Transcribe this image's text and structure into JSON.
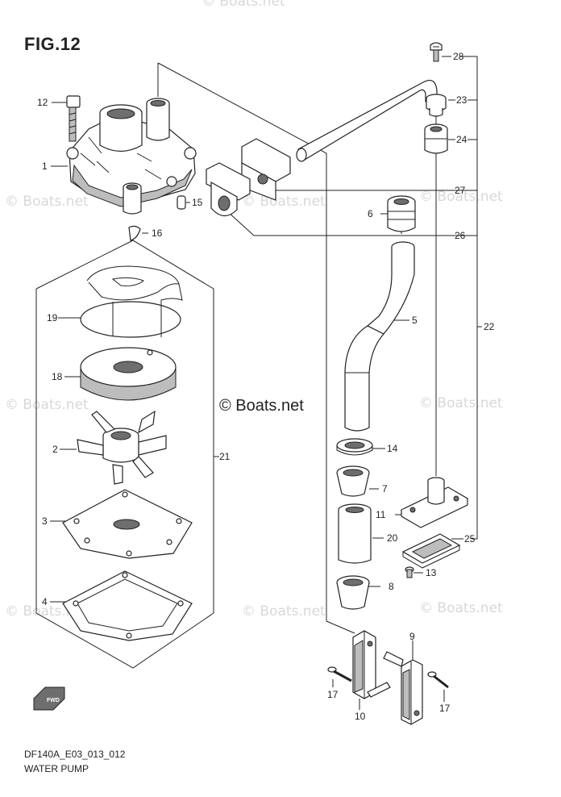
{
  "figure": {
    "title": "FIG.12"
  },
  "footer": {
    "code": "DF140A_E03_013_012",
    "name": "WATER PUMP"
  },
  "copyright": "© Boats.net",
  "watermark": "© Boats.net",
  "callouts": {
    "c1": "1",
    "c2": "2",
    "c3": "3",
    "c4": "4",
    "c5": "5",
    "c6": "6",
    "c7": "7",
    "c8": "8",
    "c9": "9",
    "c10": "10",
    "c11": "11",
    "c12": "12",
    "c13": "13",
    "c14": "14",
    "c15": "15",
    "c16": "16",
    "c17a": "17",
    "c17b": "17",
    "c18": "18",
    "c19": "19",
    "c20": "20",
    "c21": "21",
    "c22": "22",
    "c23": "23",
    "c24": "24",
    "c25": "25",
    "c26": "26",
    "c27": "27",
    "c28": "28"
  },
  "fwd_symbol": "FWD"
}
